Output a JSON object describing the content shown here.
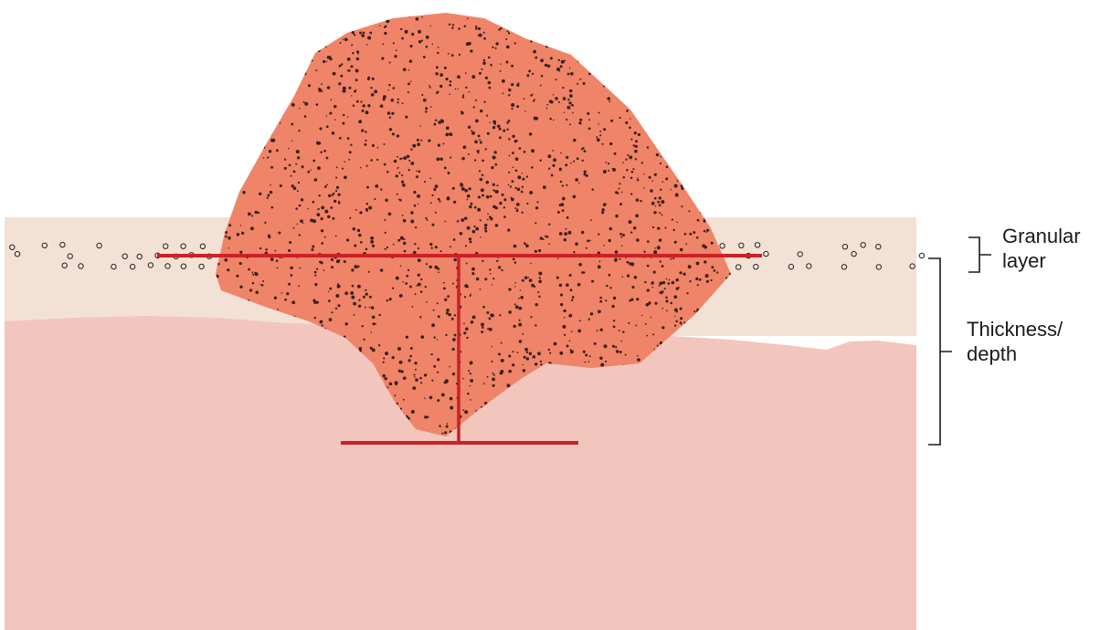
{
  "labels": {
    "granular_line1": "Granular",
    "granular_line2": "layer",
    "thickness_line1": "Thickness/",
    "thickness_line2": "depth"
  },
  "colors": {
    "upper_layer": "#f4e1d5",
    "lower_layer": "#f3c6bd",
    "lesion": "#ef8468",
    "measure_line": "#cc2027",
    "bracket": "#1a1a1a",
    "granule": "#222222"
  }
}
